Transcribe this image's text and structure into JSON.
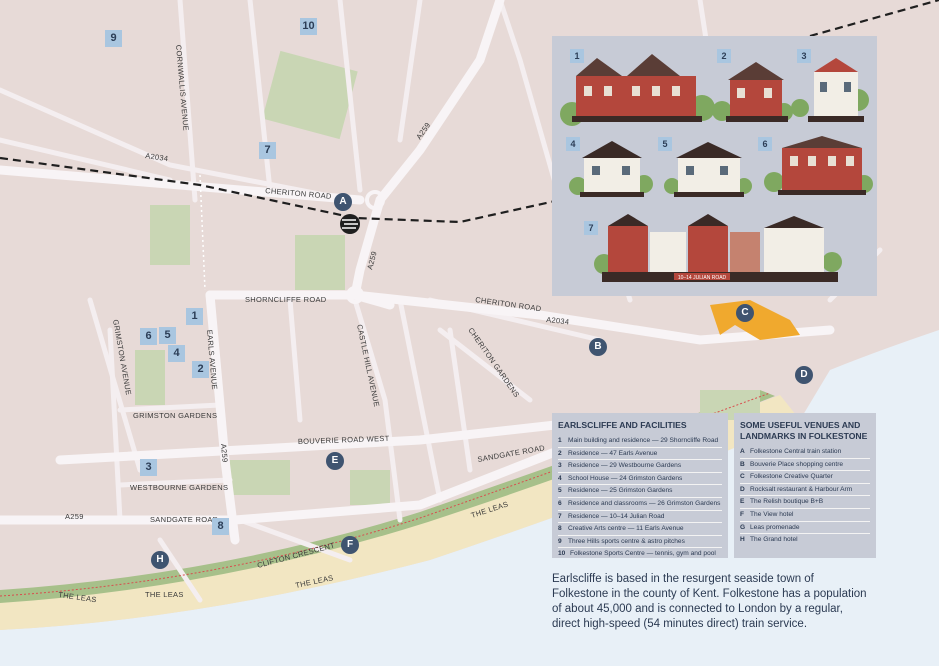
{
  "map": {
    "roads": {
      "cheriton_road_w": "CHERITON ROAD",
      "cheriton_road_e": "CHERITON ROAD",
      "a2034_w": "A2034",
      "a2034_e": "A2034",
      "shorncliffe": "SHORNCLIFFE ROAD",
      "a259_n": "A259",
      "a259_c": "A259",
      "a259_mid": "A259",
      "a259_w": "A259",
      "cornwallis": "CORNWALLIS AVENUE",
      "earls": "EARLS AVENUE",
      "grimston_av": "GRIMSTON AVENUE",
      "grimston_gd": "GRIMSTON GARDENS",
      "castle_hill": "CASTLE HILL AVENUE",
      "cheriton_gd": "CHERITON GARDENS",
      "bouverie": "BOUVERIE ROAD WEST",
      "sandgate_e": "SANDGATE ROAD",
      "sandgate_w": "SANDGATE ROAD",
      "westbourne": "WESTBOURNE GARDENS",
      "clifton": "CLIFTON CRESCENT",
      "leas_e": "THE LEAS",
      "leas_mid": "THE LEAS",
      "leas_w": "THE LEAS",
      "leas_far": "THE LEAS"
    },
    "number_markers": [
      "1",
      "2",
      "3",
      "4",
      "5",
      "6",
      "7",
      "8",
      "9",
      "10"
    ],
    "letter_markers": [
      "A",
      "B",
      "C",
      "D",
      "E",
      "F",
      "H"
    ],
    "colors": {
      "marker_square": "#a9c6e0",
      "marker_circle": "#3f5470",
      "park": "#c9d6b4",
      "sea": "#e8f0f7",
      "beach": "#f2e6c2",
      "venue": "#f0a92e"
    }
  },
  "inset": {
    "labels": [
      "1",
      "2",
      "3",
      "4",
      "5",
      "6",
      "7"
    ],
    "caption_7": "10–14 JULIAN ROAD"
  },
  "legend_left": {
    "title": "EARLSCLIFFE AND FACILITIES",
    "items": [
      {
        "key": "1",
        "text": "Main building and residence — 29 Shorncliffe Road"
      },
      {
        "key": "2",
        "text": "Residence — 47 Earls Avenue"
      },
      {
        "key": "3",
        "text": "Residence — 29 Westbourne Gardens"
      },
      {
        "key": "4",
        "text": "School House — 24 Grimston Gardens"
      },
      {
        "key": "5",
        "text": "Residence — 25 Grimston Gardens"
      },
      {
        "key": "6",
        "text": "Residence and classrooms — 26 Grimston Gardens"
      },
      {
        "key": "7",
        "text": "Residence — 10–14 Julian Road"
      },
      {
        "key": "8",
        "text": "Creative Arts centre — 11 Earls Avenue"
      },
      {
        "key": "9",
        "text": "Three Hills sports centre & astro pitches"
      },
      {
        "key": "10",
        "text": "Folkestone Sports Centre — tennis, gym and pool"
      }
    ]
  },
  "legend_right": {
    "title": "SOME USEFUL VENUES AND LANDMARKS IN FOLKESTONE",
    "items": [
      {
        "key": "A",
        "text": "Folkestone Central train station"
      },
      {
        "key": "B",
        "text": "Bouverie Place shopping centre"
      },
      {
        "key": "C",
        "text": "Folkestone Creative Quarter"
      },
      {
        "key": "D",
        "text": "Rocksalt restaurant & Harbour Arm"
      },
      {
        "key": "E",
        "text": "The Relish boutique B+B"
      },
      {
        "key": "F",
        "text": "The View hotel"
      },
      {
        "key": "G",
        "text": "Leas promenade"
      },
      {
        "key": "H",
        "text": "The Grand hotel"
      }
    ]
  },
  "description": "Earlscliffe is based in the resurgent seaside town of Folkestone in the county of Kent. Folkestone has a population of about 45,000 and is connected to London by a regular, direct high-speed (54 minutes direct) train service."
}
